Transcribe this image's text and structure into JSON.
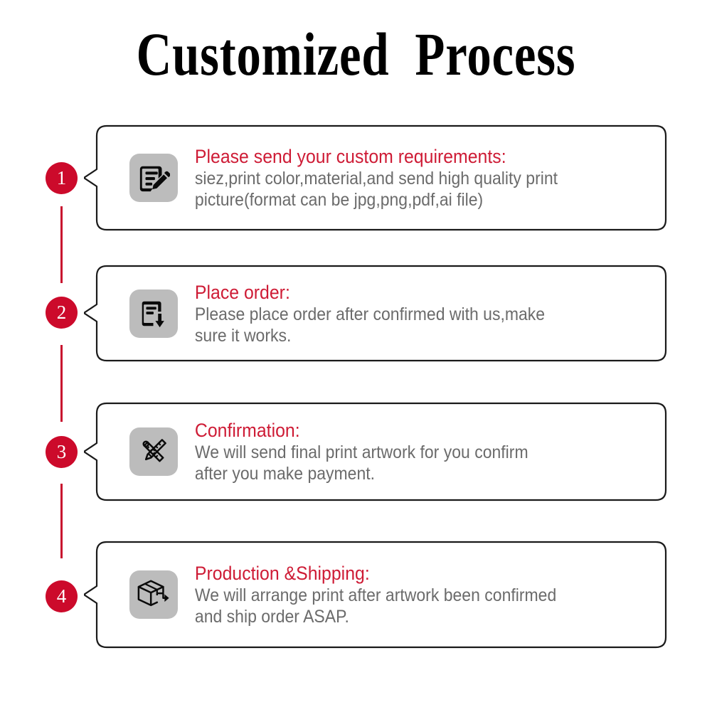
{
  "title": "Customized  Process",
  "theme": {
    "badge_color": "#cc0a2b",
    "connector_color": "#c8102e",
    "heading_color": "#ce1b35",
    "body_color": "#6b6b6b",
    "icon_tile_color": "#bcbcbc",
    "card_border_color": "#1a1a1a",
    "background": "#ffffff"
  },
  "steps": [
    {
      "number": "1",
      "icon": "document-pencil-icon",
      "heading": "Please send your custom requirements:",
      "body": "siez,print color,material,and send high quality print\npicture(format can be jpg,png,pdf,ai file)"
    },
    {
      "number": "2",
      "icon": "document-download-icon",
      "heading": "Place order:",
      "body": "Please place order after confirmed with us,make\nsure it works."
    },
    {
      "number": "3",
      "icon": "ruler-pencil-icon",
      "heading": "Confirmation:",
      "body": "We will send final print artwork for you confirm\nafter you make payment."
    },
    {
      "number": "4",
      "icon": "package-shipping-icon",
      "heading": "Production &Shipping:",
      "body": " We will arrange print after artwork been confirmed\nand ship order ASAP."
    }
  ]
}
